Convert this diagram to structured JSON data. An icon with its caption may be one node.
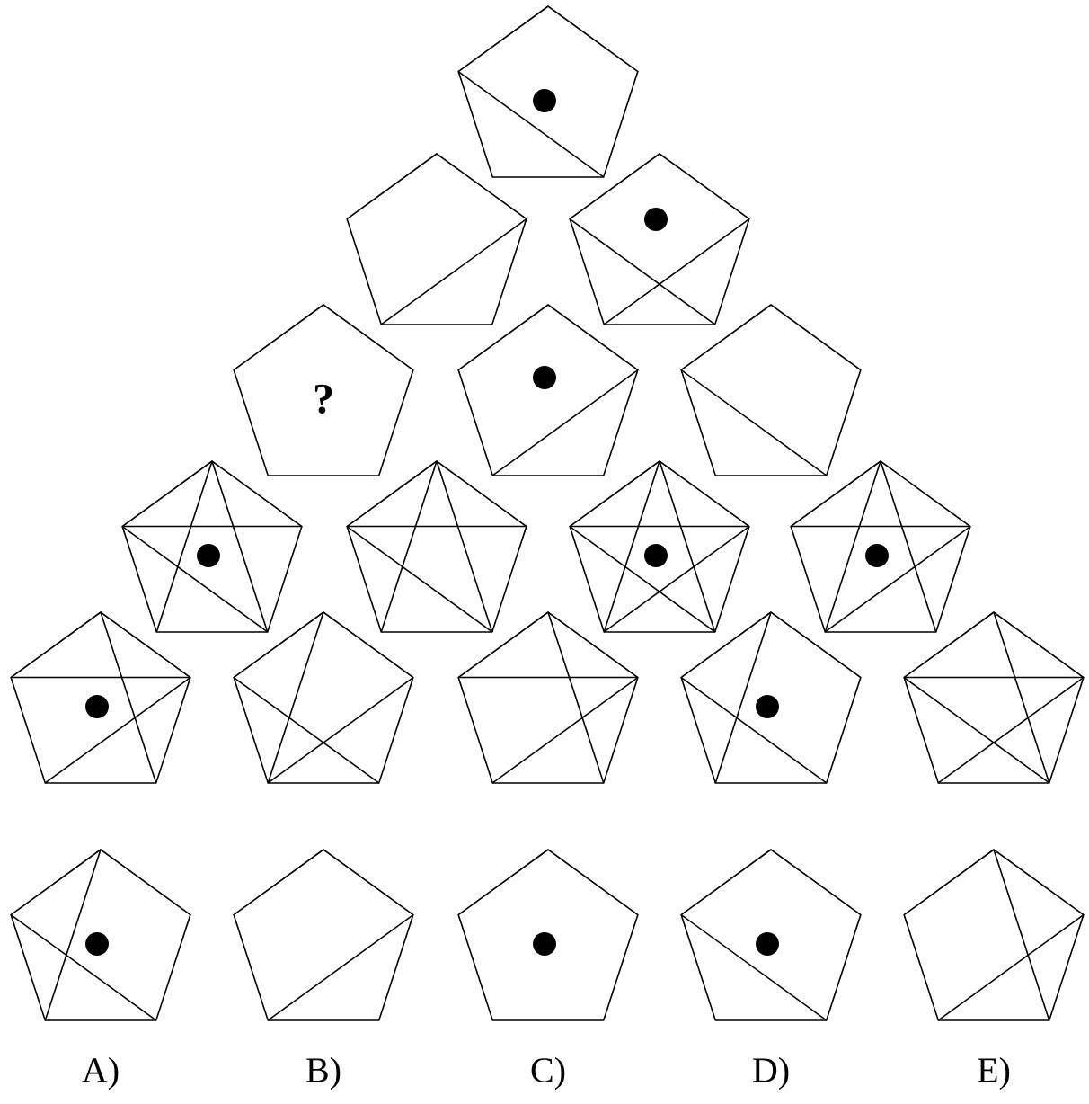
{
  "diagram": {
    "nodes": [
      {
        "text": [],
        "shape": "pentagon"
      },
      {
        "text": [],
        "shape": "pentagon"
      },
      {
        "text": [],
        "shape": "pentagon"
      },
      {
        "text": [
          "?"
        ]
      },
      {
        "text": [],
        "shape": "pentagon"
      },
      {
        "text": [],
        "shape": "pentagon"
      },
      {
        "text": [],
        "shape": "pentagon"
      },
      {
        "text": [],
        "shape": "pentagon"
      },
      {
        "text": [],
        "shape": "pentagon"
      },
      {
        "text": [],
        "shape": "pentagon"
      },
      {
        "text": [],
        "shape": "pentagon"
      },
      {
        "text": [],
        "shape": "pentagon"
      },
      {
        "text": [],
        "shape": "pentagon"
      },
      {
        "text": [],
        "shape": "pentagon"
      },
      {
        "text": [],
        "shape": "pentagon"
      },
      {
        "text": [],
        "shape": "pentagon"
      },
      {
        "text": [],
        "shape": "pentagon"
      },
      {
        "text": [],
        "shape": "pentagon"
      },
      {
        "text": [],
        "shape": "pentagon"
      },
      {
        "text": [],
        "shape": "pentagon"
      }
    ],
    "labels": [
      "A)",
      "B)",
      "C)",
      "D)",
      "E)"
    ]
  }
}
